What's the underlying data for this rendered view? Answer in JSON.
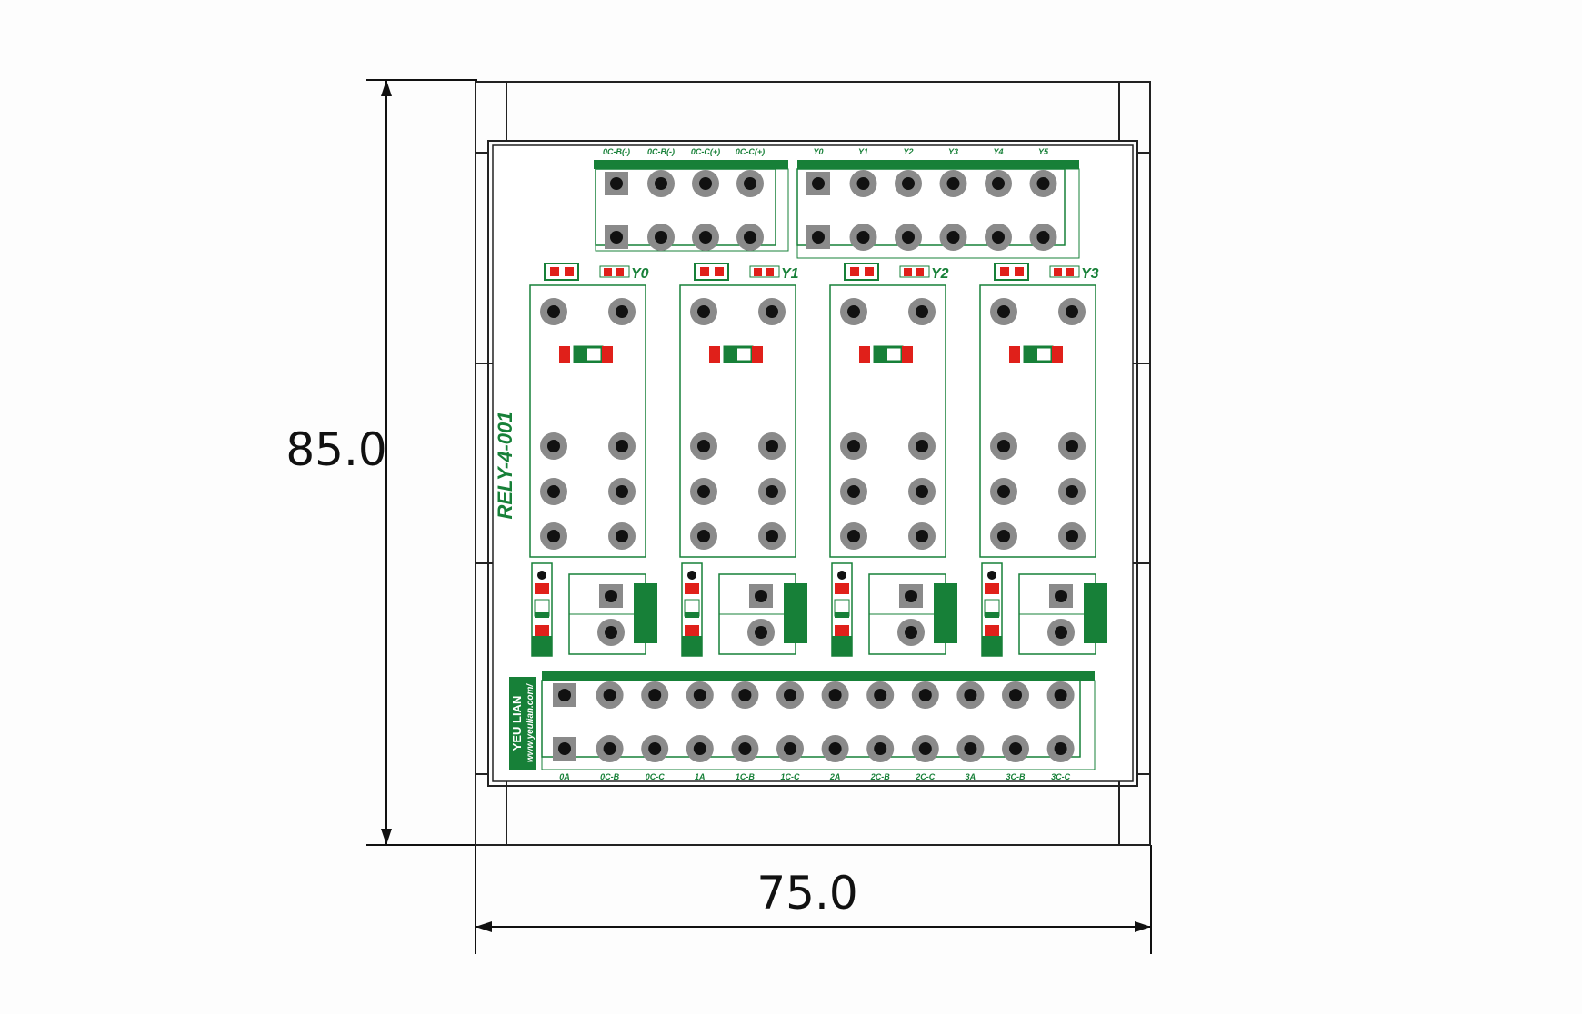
{
  "dimensions": {
    "height_label": "85.0",
    "width_label": "75.0"
  },
  "board": {
    "model": "RELY-4-001",
    "brand": "YEU LIAN",
    "website": "www.yeulian.com/",
    "colors": {
      "pcb_green": "#178038",
      "pad_gray": "#8a8a8a",
      "led_red": "#e0201a",
      "outline": "#178038",
      "frame": "#222222"
    }
  },
  "top_left_terminal": {
    "labels": [
      "0C-B(-)",
      "0C-B(-)",
      "0C-C(+)",
      "0C-C(+)"
    ]
  },
  "top_right_terminal": {
    "labels": [
      "Y0",
      "Y1",
      "Y2",
      "Y3",
      "Y4",
      "Y5"
    ]
  },
  "relay_channels": [
    "Y0",
    "Y1",
    "Y2",
    "Y3"
  ],
  "bottom_terminal": {
    "labels": [
      "0A",
      "0C-B",
      "0C-C",
      "1A",
      "1C-B",
      "1C-C",
      "2A",
      "2C-B",
      "2C-C",
      "3A",
      "3C-B",
      "3C-C"
    ]
  }
}
